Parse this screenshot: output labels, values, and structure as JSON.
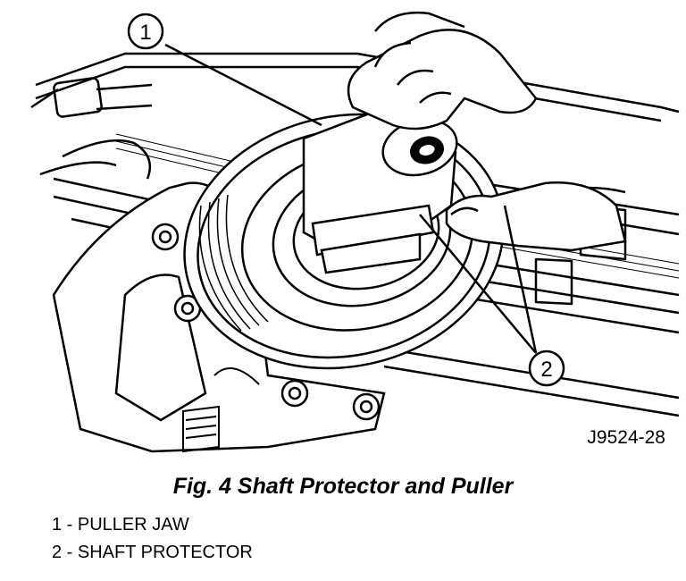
{
  "figure": {
    "code": "J9524-28",
    "caption": "Fig. 4 Shaft Protector and Puller"
  },
  "callouts": [
    {
      "number": "1"
    },
    {
      "number": "2"
    }
  ],
  "legend": [
    {
      "text": "1 - PULLER JAW"
    },
    {
      "text": "2 - SHAFT PROTECTOR"
    }
  ]
}
